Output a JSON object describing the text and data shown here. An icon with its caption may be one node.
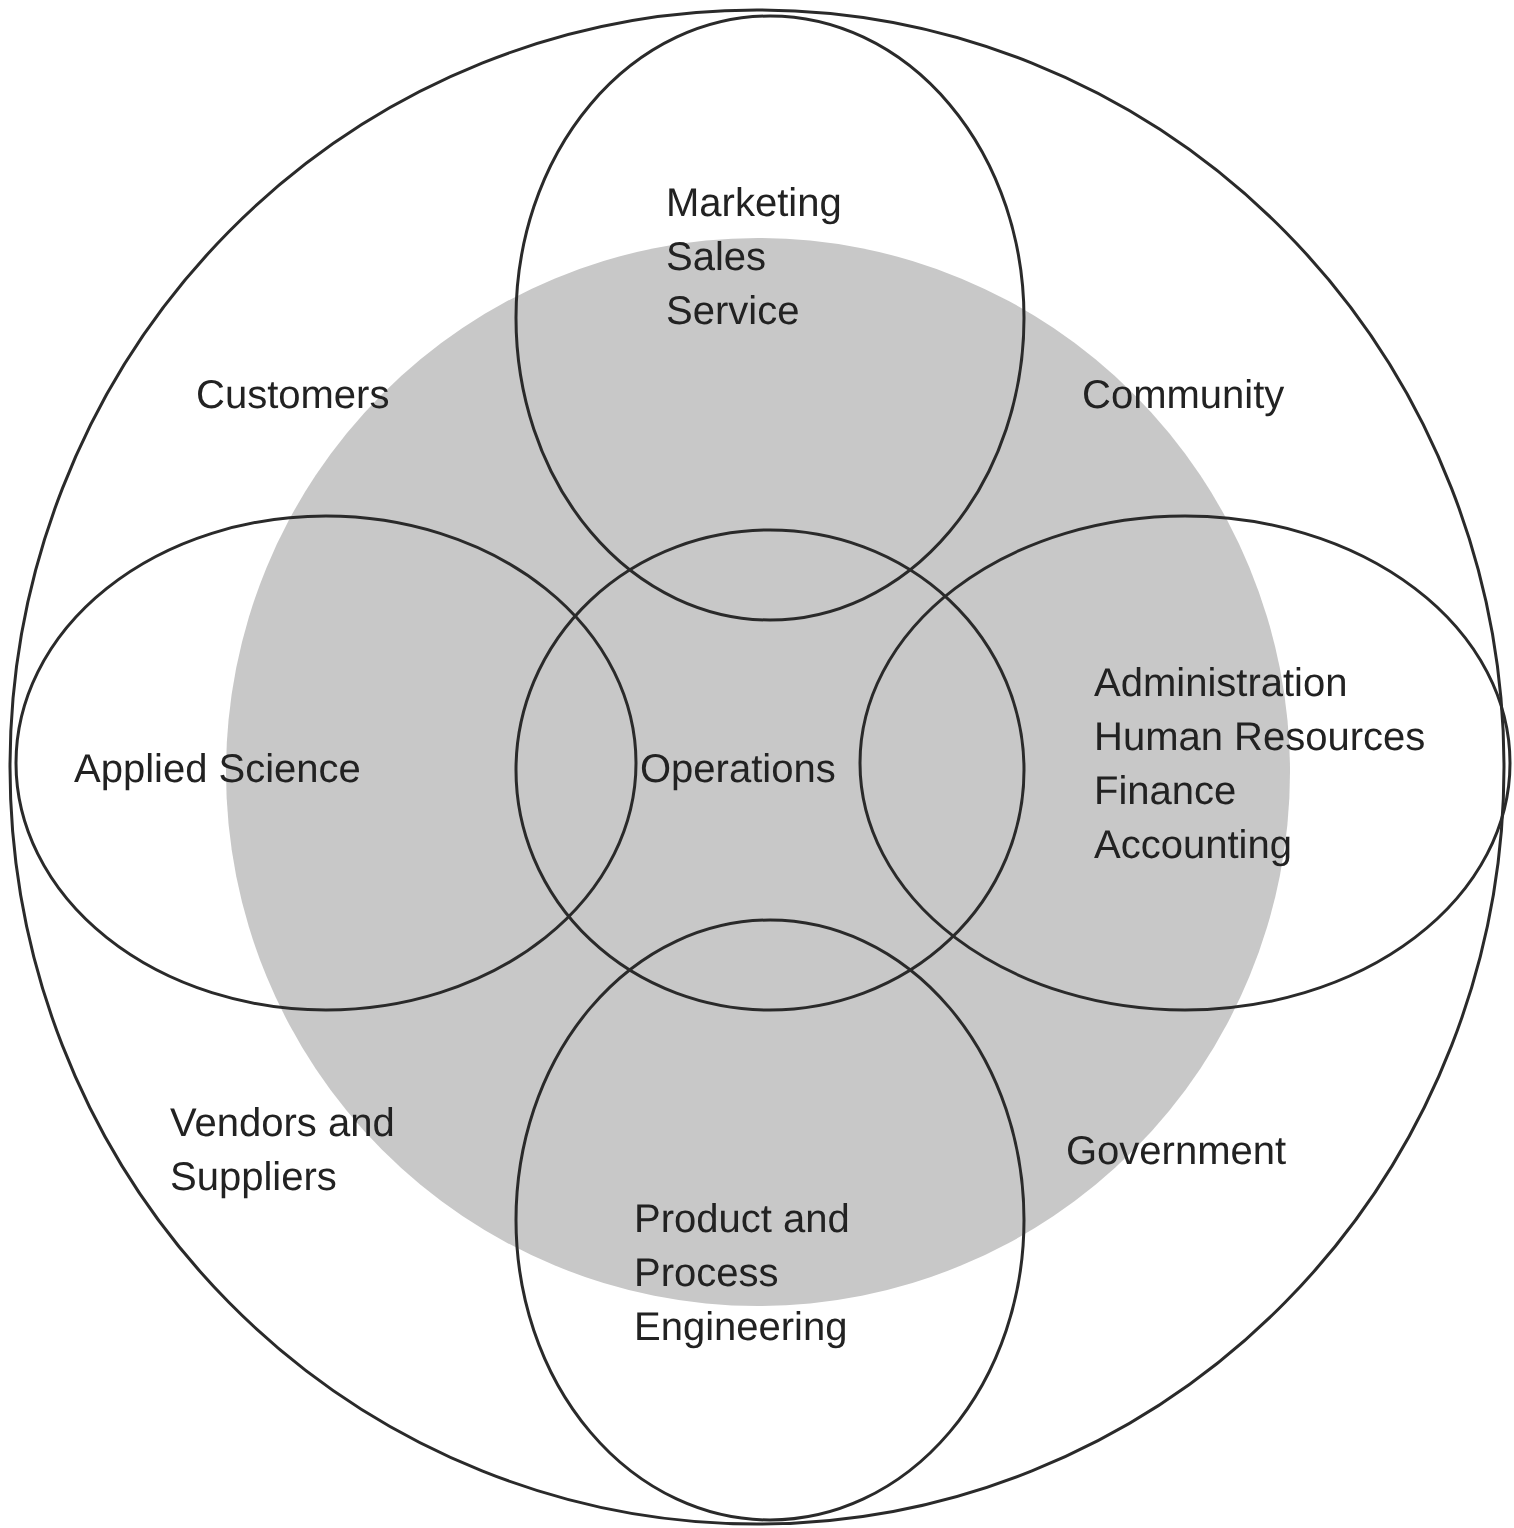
{
  "diagram": {
    "nodes": [
      {
        "text": [
          "Customers",
          "Community",
          "Vendors and Suppliers",
          "Government"
        ]
      },
      {
        "text": [],
        "shape": "circle",
        "in": 0
      },
      {
        "text": [
          "Marketing Sales Service"
        ],
        "in": 0
      },
      {
        "text": [
          "Applied Science"
        ],
        "in": 0
      },
      {
        "text": [
          "Operations"
        ],
        "in": 1
      },
      {
        "text": [
          "Administration Human Resources Finance Accounting"
        ],
        "in": 0
      },
      {
        "text": [
          "Product and Process Engineering"
        ],
        "in": 0
      }
    ]
  }
}
